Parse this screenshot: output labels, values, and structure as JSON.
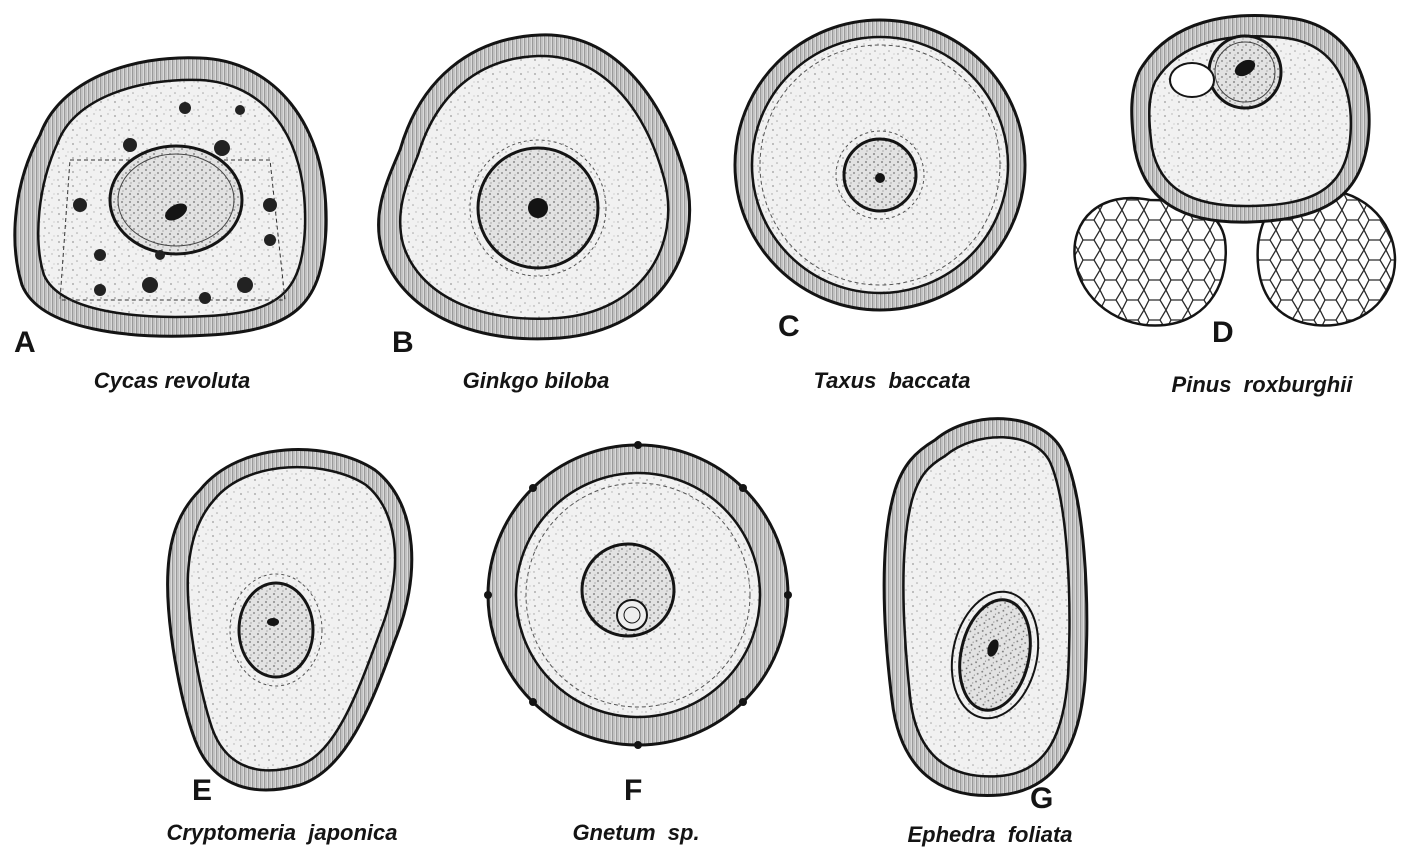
{
  "figure": {
    "panels": [
      {
        "letter": "A",
        "species": "Cycas revoluta"
      },
      {
        "letter": "B",
        "species": "Ginkgo biloba"
      },
      {
        "letter": "C",
        "species": "Taxus  baccata"
      },
      {
        "letter": "D",
        "species": "Pinus  roxburghii"
      },
      {
        "letter": "E",
        "species": "Cryptomeria  japonica"
      },
      {
        "letter": "F",
        "species": "Gnetum  sp."
      },
      {
        "letter": "G",
        "species": "Ephedra  foliata"
      }
    ]
  },
  "colors": {
    "ink": "#141414",
    "stipple_fill": "#eeeeee",
    "wall": "#cfcfcf",
    "background": "#ffffff"
  }
}
